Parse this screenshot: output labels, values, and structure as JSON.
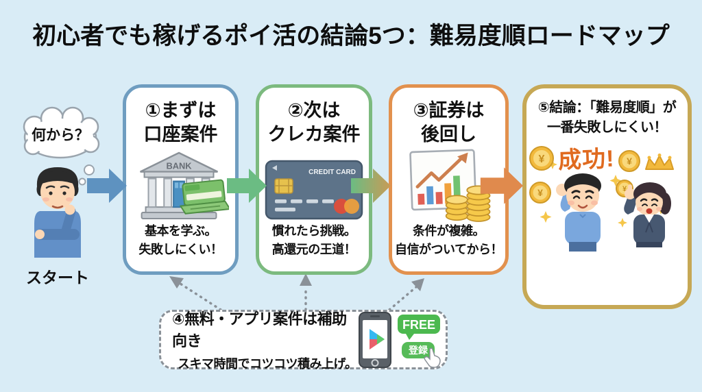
{
  "title": "初心者でも稼げるポイ活の結論5つ：難易度順ロードマップ",
  "start": {
    "thought": "何から？",
    "label": "スタート"
  },
  "cards": [
    {
      "title1": "①まずは",
      "title2": "口座案件",
      "caption1": "基本を学ぶ。",
      "caption2": "失敗しにくい！",
      "icon": "bank-icon",
      "icon_text": "BANK"
    },
    {
      "title1": "②次は",
      "title2": "クレカ案件",
      "caption1": "慣れたら挑戦。",
      "caption2": "高還元の王道！",
      "icon": "credit-card-icon",
      "icon_text": "CREDIT CARD"
    },
    {
      "title1": "③証券は",
      "title2": "後回し",
      "caption1": "条件が複雑。",
      "caption2": "自信がついてから！",
      "icon": "chart-coins-icon"
    }
  ],
  "conclusion": {
    "title1": "⑤結論：「難易度順」が",
    "title2": "一番失敗しにくい！",
    "success_label": "成功!",
    "coin_symbol": "¥"
  },
  "note": {
    "line1": "④無料・アプリ案件は補助向き",
    "line2": "スキマ時間でコツコツ積み上げ。",
    "free_badge": "FREE",
    "register_button": "登録"
  },
  "colors": {
    "background": "#d9ecf6",
    "card1_border": "#6f9dc0",
    "card2_border": "#7cba7f",
    "card3_border": "#e2914e",
    "conclusion_border": "#c6a855",
    "arrow_blue": "#5e92c0",
    "arrow_green": "#6bbc83",
    "arrow_orange": "#e08a4d",
    "success_text": "#e06a1f",
    "free_green": "#4cb94f",
    "connector_gray": "#8a9198",
    "coin_gold": "#f2b93c"
  }
}
